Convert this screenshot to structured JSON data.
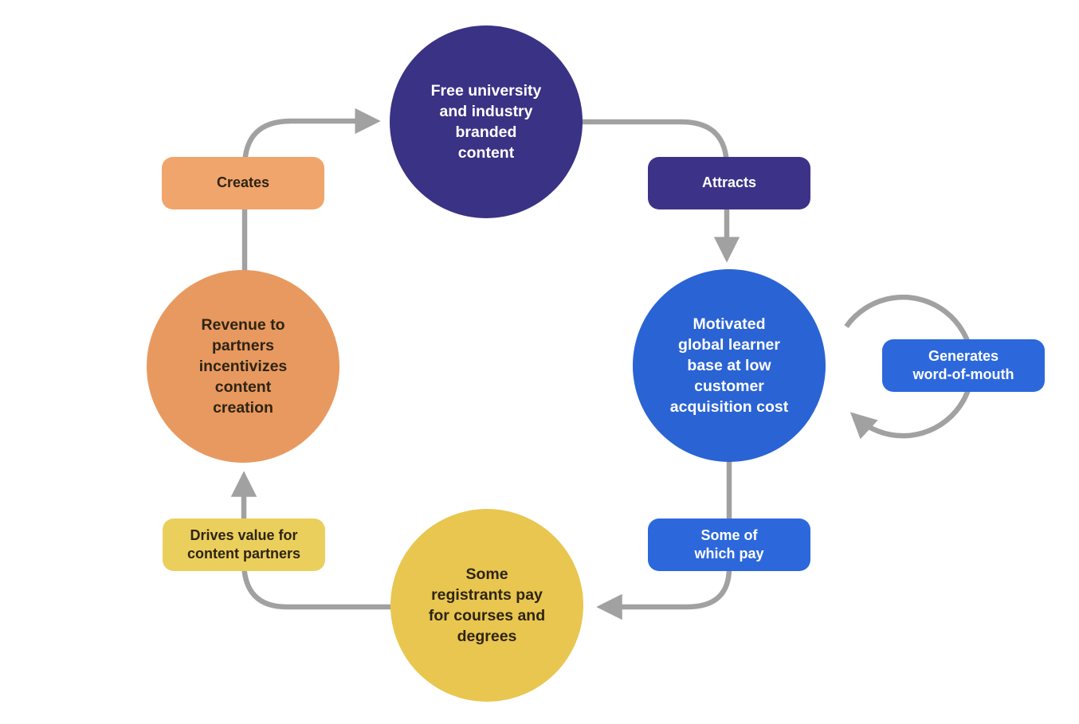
{
  "diagram": {
    "background_color": "#FFFFFF",
    "arrow_color": "#A1A1A1",
    "nodes": [
      {
        "id": "free-content",
        "shape": "circle",
        "text": "Free university\nand industry\nbranded\ncontent",
        "bg_color": "#3A3284",
        "text_color": "#FFFFFF"
      },
      {
        "id": "learner-base",
        "shape": "circle",
        "text": "Motivated\nglobal learner\nbase at low\ncustomer\nacquisition cost",
        "bg_color": "#2A63D4",
        "text_color": "#FFFFFF"
      },
      {
        "id": "registrants-pay",
        "shape": "circle",
        "text": "Some\nregistrants pay\nfor courses and\ndegrees",
        "bg_color": "#E8C64F",
        "text_color": "#2E2414"
      },
      {
        "id": "revenue-partners",
        "shape": "circle",
        "text": "Revenue to\npartners\nincentivizes\ncontent\ncreation",
        "bg_color": "#E8995F",
        "text_color": "#2E2414"
      }
    ],
    "connectors": [
      {
        "id": "creates",
        "text": "Creates",
        "from": "revenue-partners",
        "to": "free-content",
        "bg_color": "#F0A56C",
        "text_color": "#2E2414"
      },
      {
        "id": "attracts",
        "text": "Attracts",
        "from": "free-content",
        "to": "learner-base",
        "bg_color": "#3C3389",
        "text_color": "#FFFFFF"
      },
      {
        "id": "generates-wom",
        "text": "Generates\nword-of-mouth",
        "type": "self-loop",
        "node": "learner-base",
        "bg_color": "#2C68DC",
        "text_color": "#FFFFFF"
      },
      {
        "id": "some-pay",
        "text": "Some of\nwhich pay",
        "from": "learner-base",
        "to": "registrants-pay",
        "bg_color": "#2C68DC",
        "text_color": "#FFFFFF"
      },
      {
        "id": "drives-value",
        "text": "Drives value for\ncontent partners",
        "from": "registrants-pay",
        "to": "revenue-partners",
        "bg_color": "#EBCF5C",
        "text_color": "#2E2414"
      }
    ]
  }
}
